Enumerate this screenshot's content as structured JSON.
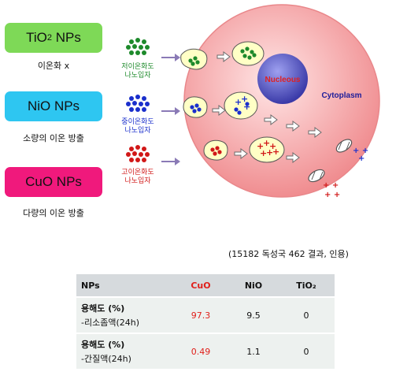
{
  "np_rows": [
    {
      "name": "TiO",
      "sub": "2",
      "suffix": " NPs",
      "caption": "이온화 x",
      "color": "#7ed957",
      "dot_color": "#1d8a2b",
      "label": [
        "저이온화도",
        "나노입자"
      ],
      "label_color": "#1d8a2b"
    },
    {
      "name": "NiO",
      "sub": "",
      "suffix": " NPs",
      "caption": "소량의 이온 방출",
      "color": "#2ec6f1",
      "dot_color": "#1a2fcc",
      "label": [
        "중이온화도",
        "나노입자"
      ],
      "label_color": "#1a2fcc"
    },
    {
      "name": "CuO",
      "sub": "",
      "suffix": " NPs",
      "caption": "다량의 이온 방출",
      "color": "#f0197c",
      "dot_color": "#d11818",
      "label": [
        "고이온화도",
        "나노입자"
      ],
      "label_color": "#d11818"
    }
  ],
  "cell": {
    "nucleus": "Nucleous",
    "cytoplasm": "Cytoplasm",
    "fill": "#f4a4a6",
    "nucleus_fill": "#4747b8",
    "vesicle_fill": "#ffffc6"
  },
  "source_note": "(15182 독성국 462 결과, 인용)",
  "table": {
    "headers": [
      "NPs",
      "CuO",
      "NiO",
      "TiO₂"
    ],
    "rows": [
      {
        "label": "용해도 (%)",
        "sub": "-리소좀액(24h)",
        "values": [
          "97.3",
          "9.5",
          "0"
        ]
      },
      {
        "label": "용해도 (%)",
        "sub": "-간질액(24h)",
        "values": [
          "0.49",
          "1.1",
          "0"
        ]
      }
    ]
  }
}
